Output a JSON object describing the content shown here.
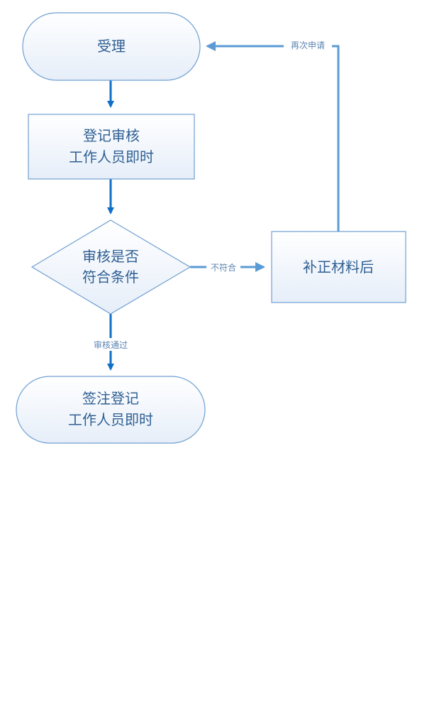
{
  "nodes": {
    "accept": {
      "lines": [
        "受理"
      ]
    },
    "register_review": {
      "lines": [
        "登记审核",
        "工作人员即时"
      ]
    },
    "decision": {
      "lines": [
        "审核是否",
        "符合条件"
      ]
    },
    "supplement": {
      "lines": [
        "补正材料后"
      ]
    },
    "endorse": {
      "lines": [
        "签注登记",
        "工作人员即时"
      ]
    }
  },
  "edges": {
    "not_meet": "不符合",
    "approved": "审核通过",
    "reapply": "再次申请"
  },
  "colors": {
    "main_arrow": "#0f6fc6",
    "side_arrow": "#5b9bd5",
    "node_border": "#6f9fd1",
    "text": "#2f5f93",
    "label": "#5d85b3"
  }
}
